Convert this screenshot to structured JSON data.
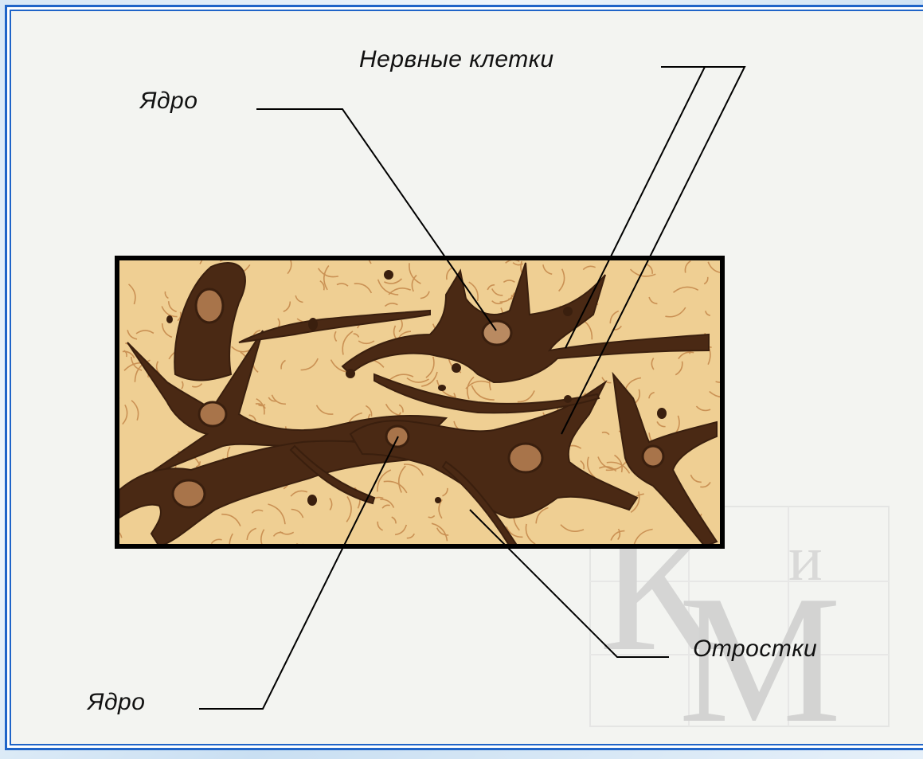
{
  "labels": {
    "nucleus_top": "Ядро",
    "nerve_cells": "Нервные клетки",
    "processes": "Отростки",
    "nucleus_bottom": "Ядро"
  },
  "watermark": {
    "letters": [
      "К",
      "и",
      "М"
    ]
  },
  "colors": {
    "frame_blue": "#1f64c8",
    "tissue_light": "#f1d39a",
    "tissue_fiber": "#c98a45",
    "neuron_dark": "#4b2a16",
    "nucleus": "#a9764a"
  }
}
